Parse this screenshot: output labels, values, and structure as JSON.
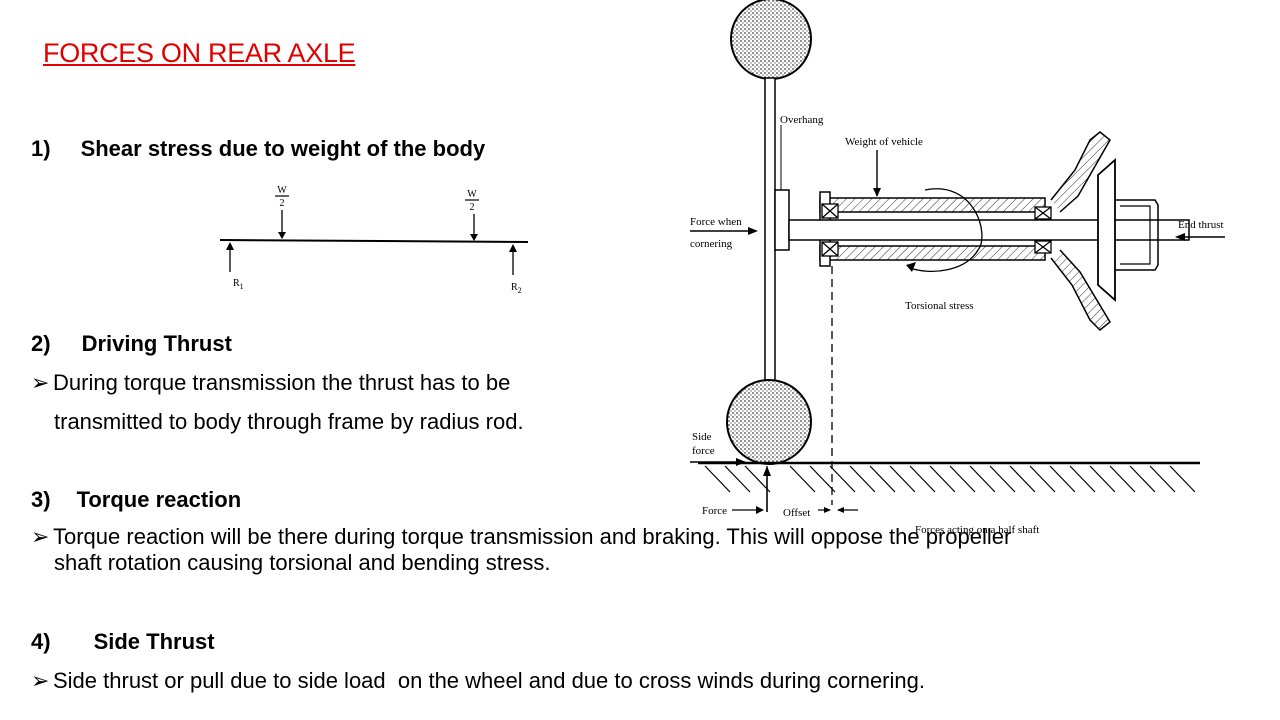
{
  "slide": {
    "title": "FORCES ON REAR AXLE",
    "sections": [
      {
        "number": "1)",
        "heading": "Shear stress due to weight of the body"
      },
      {
        "number": "2)",
        "heading": "Driving Thrust",
        "bullet": [
          "During torque transmission the thrust has to be",
          "transmitted to body through frame by radius rod."
        ]
      },
      {
        "number": "3)",
        "heading": "Torque reaction",
        "bullet": [
          "Torque reaction will be there during torque transmission and braking. This will oppose the propeller",
          "shaft rotation causing torsional and bending stress."
        ]
      },
      {
        "number": "4)",
        "heading": "Side Thrust",
        "bullet": [
          "Side thrust or pull due to side load  on the wheel and due to cross winds during cornering."
        ]
      }
    ],
    "bullet_glyph": "➢"
  },
  "beam_diagram": {
    "load_left": "W",
    "load_right": "W",
    "denominator": "2",
    "reaction_left": "R",
    "reaction_left_sub": "1",
    "reaction_right": "R",
    "reaction_right_sub": "2"
  },
  "axle_diagram": {
    "overhang": "Overhang",
    "weight_of_vehicle": "Weight of vehicle",
    "force_when": "Force when",
    "cornering": "cornering",
    "end_thrust": "End thrust",
    "torsional_stress": "Torsional stress",
    "side": "Side",
    "force_side": "force",
    "force": "Force",
    "offset": "Offset",
    "caption": "Forces acting on a half shaft"
  },
  "colors": {
    "title": "#e00000",
    "text": "#000000",
    "background": "#ffffff"
  }
}
